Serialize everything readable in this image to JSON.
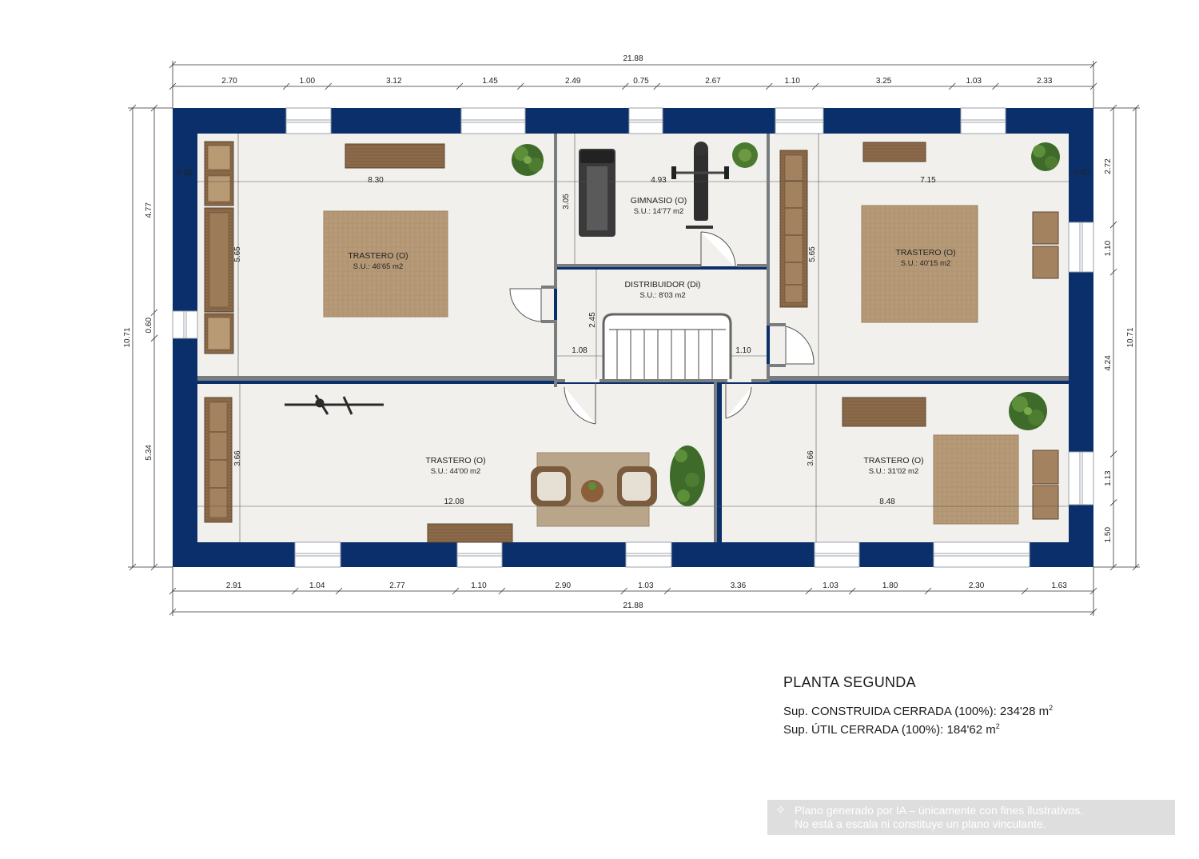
{
  "top_dims": {
    "total": "21.88",
    "segments": [
      "2.70",
      "1.00",
      "3.12",
      "1.45",
      "2.49",
      "0.75",
      "2.67",
      "1.10",
      "3.25",
      "1.03",
      "2.33"
    ]
  },
  "bottom_dims": {
    "total": "21.88",
    "segments": [
      "2.91",
      "1.04",
      "2.77",
      "1.10",
      "2.90",
      "1.03",
      "3.36",
      "1.03",
      "1.80",
      "2.30",
      "1.63"
    ]
  },
  "left_dims": {
    "total": "10.71",
    "segments": [
      "4.77",
      "0.60",
      "5.34"
    ]
  },
  "right_dims": {
    "total": "10.71",
    "segments": [
      "2.72",
      "1.10",
      "4.24",
      "1.13",
      "1.50"
    ]
  },
  "inner_dims": {
    "wall_left": "0.60",
    "wall_right": "0.60",
    "tl_width": "8.30",
    "tl_height": "5.65",
    "gym_width": "4.93",
    "gym_height": "3.05",
    "dist_height": "2.45",
    "dist_left": "1.08",
    "dist_right": "1.10",
    "tr_width": "7.15",
    "tr_height": "5.65",
    "bl_width": "12.08",
    "bl_height": "3.66",
    "br_width": "8.48",
    "br_height": "3.66"
  },
  "rooms": {
    "tl": {
      "name": "TRASTERO (O)",
      "area": "S.U.:  46'65  m2"
    },
    "gym": {
      "name": "GIMNASIO (O)",
      "area": "S.U.:  14'77  m2"
    },
    "dist": {
      "name": "DISTRIBUIDOR (Di)",
      "area": "S.U.:  8'03  m2"
    },
    "tr": {
      "name": "TRASTERO (O)",
      "area": "S.U.:  40'15  m2"
    },
    "bl": {
      "name": "TRASTERO (O)",
      "area": "S.U.:  44'00  m2"
    },
    "br": {
      "name": "TRASTERO (O)",
      "area": "S.U.:  31'02  m2"
    }
  },
  "info": {
    "title": "PLANTA SEGUNDA",
    "built_label": "Sup. CONSTRUIDA CERRADA (100%): 234'28 m",
    "built_sup": "2",
    "useful_label": "Sup. ÚTIL CERRADA (100%): 184'62 m",
    "useful_sup": "2"
  },
  "disclaimer": {
    "line1": "Plano generado por IA – únicamente con fines ilustrativos.",
    "line2": "No está a escala ni constituye un plano vinculante."
  },
  "colors": {
    "wall": "#0b2f6b",
    "floor": "#f1f0ec",
    "partition": "#7a7d80",
    "wood": "#8a6a4a",
    "rug": "#b59a77"
  },
  "icons": [
    "sparkle-icon",
    "plant-icon",
    "treadmill-icon",
    "weight-bench-icon",
    "bicycle-icon",
    "armchair-icon",
    "coffee-table-icon",
    "door-swing-icon",
    "staircase-icon"
  ]
}
